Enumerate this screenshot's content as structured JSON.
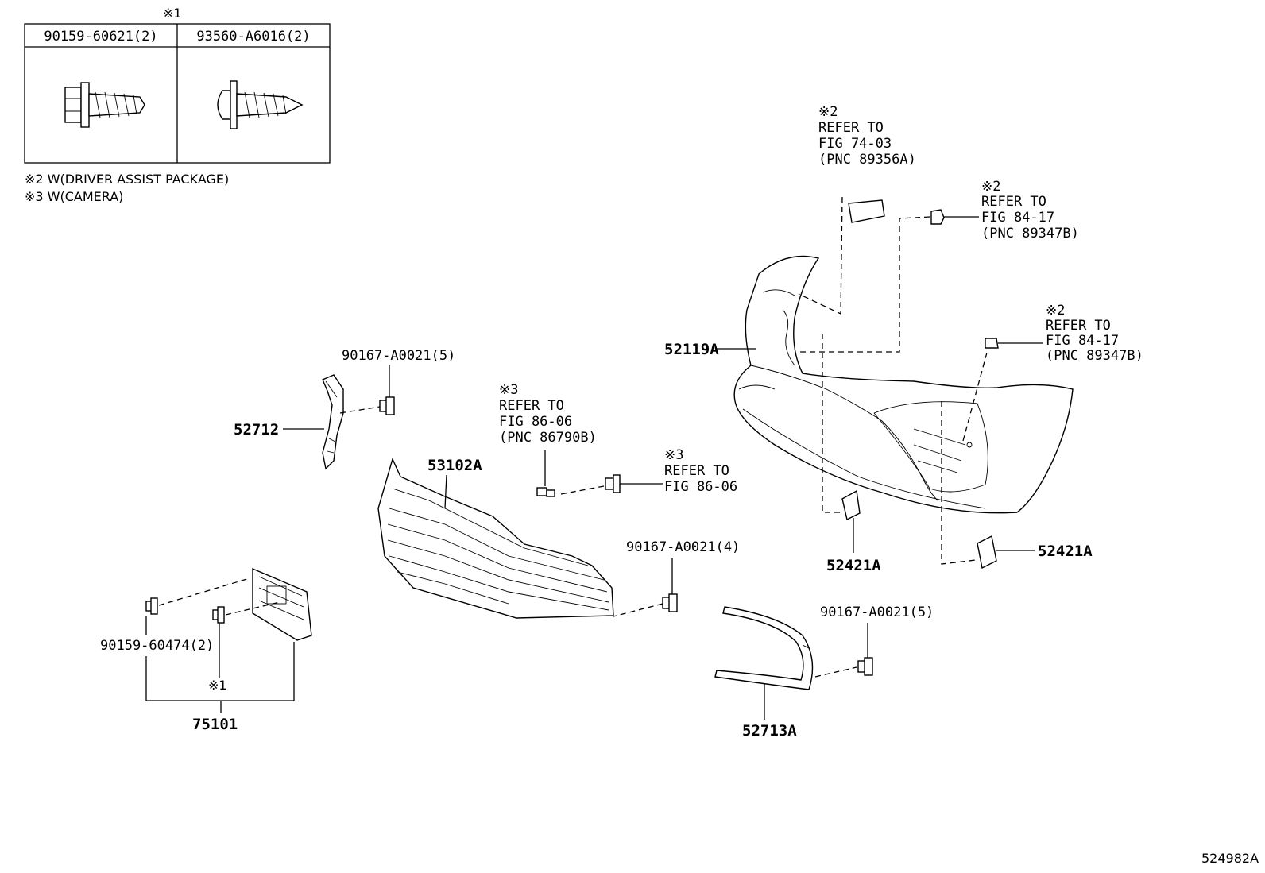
{
  "legend_table": {
    "marker": "※1",
    "col1": "90159-60621(2)",
    "col2": "93560-A6016(2)"
  },
  "notes": [
    "※2 W(DRIVER ASSIST PACKAGE)",
    "※3 W(CAMERA)"
  ],
  "refs": {
    "r1": {
      "mark": "※2",
      "line1": "REFER TO",
      "line2": "FIG 74-03",
      "line3": "(PNC 89356A)"
    },
    "r2": {
      "mark": "※2",
      "line1": "REFER TO",
      "line2": "FIG 84-17",
      "line3": "(PNC 89347B)"
    },
    "r3": {
      "mark": "※2",
      "line1": "REFER TO",
      "line2": "FIG 84-17",
      "line3": "(PNC 89347B)"
    },
    "r4": {
      "mark": "※3",
      "line1": "REFER TO",
      "line2": "FIG 86-06",
      "line3": "(PNC 86790B)"
    },
    "r5": {
      "mark": "※3",
      "line1": "REFER TO",
      "line2": "FIG 86-06"
    }
  },
  "labels": {
    "p52119A": "52119A",
    "p52712": "52712",
    "p53102A": "53102A",
    "p52421A_1": "52421A",
    "p52421A_2": "52421A",
    "p52713A": "52713A",
    "p75101": "75101",
    "bolt1": "90167-A0021(5)",
    "bolt2": "90167-A0021(4)",
    "bolt3": "90167-A0021(5)",
    "bolt4": "90159-60474(2)",
    "mark1": "※1"
  },
  "figure_id": "524982A"
}
